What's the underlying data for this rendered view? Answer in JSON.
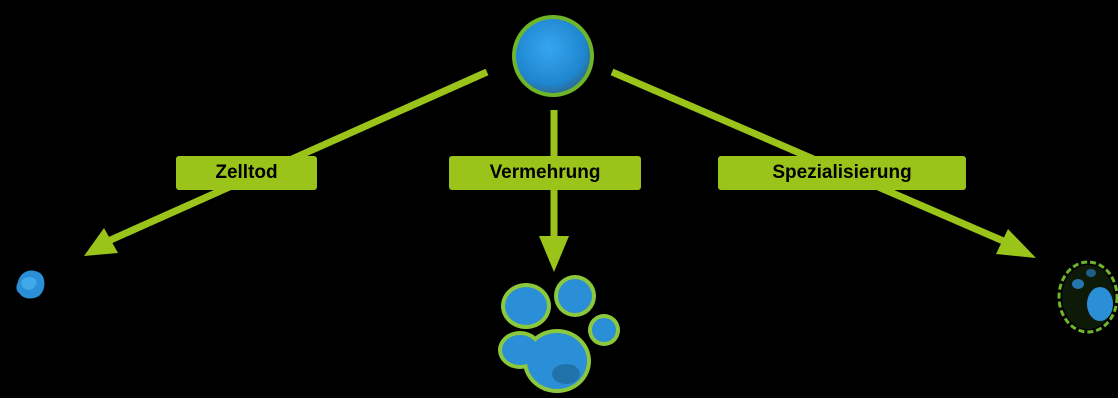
{
  "colors": {
    "background": "#000000",
    "arrow": "#9bc41a",
    "label_bg": "#9bc41a",
    "label_text": "#000000",
    "cell_fill": "#2a8fd6",
    "cell_membrane": "#8cc83c"
  },
  "labels": {
    "cell_death": "Zelltod",
    "proliferation": "Vermehrung",
    "differentiation": "Spezialisierung"
  }
}
